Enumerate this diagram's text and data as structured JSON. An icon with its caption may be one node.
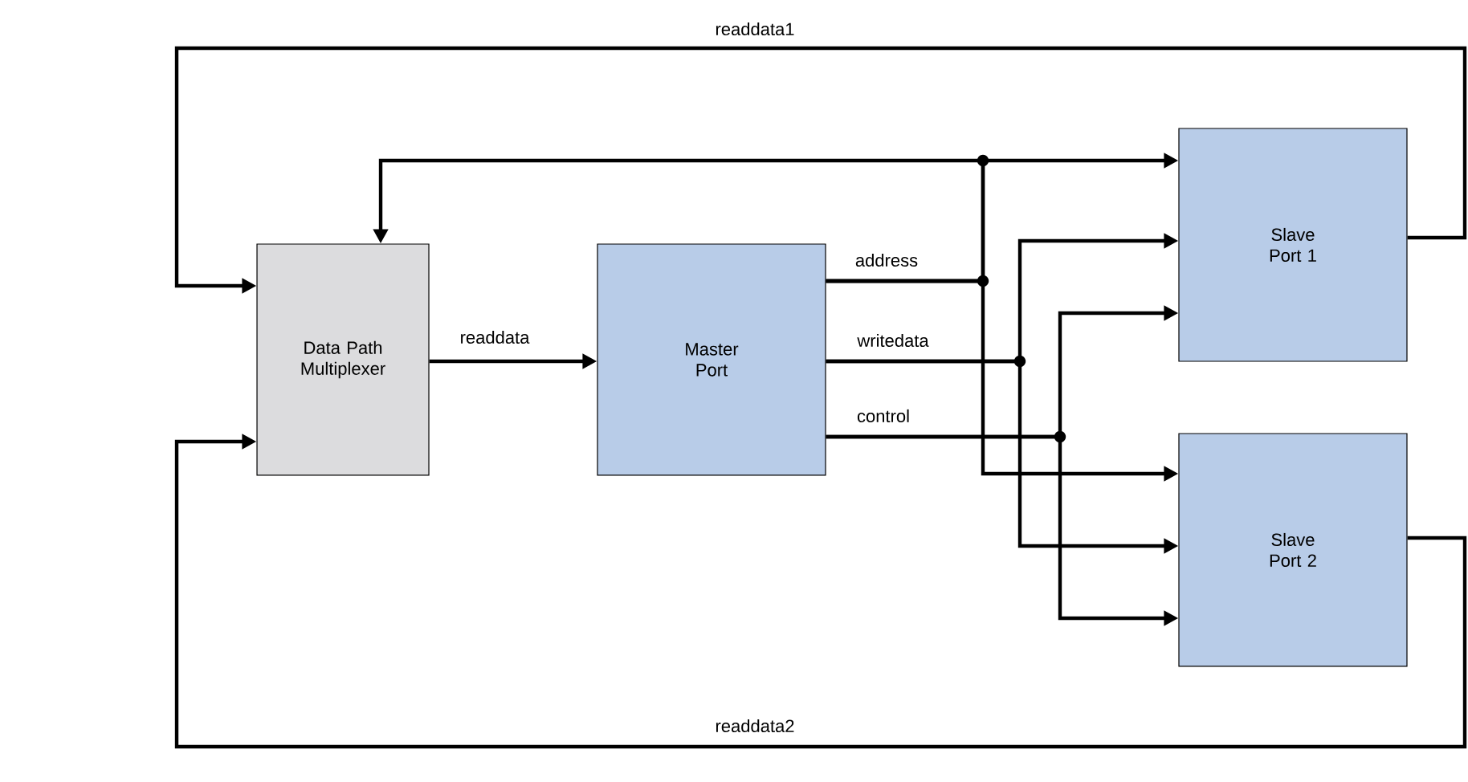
{
  "diagram": {
    "nodes": [
      {
        "text": [
          "Data Path Multiplexer"
        ]
      },
      {
        "text": [
          "Master Port"
        ]
      },
      {
        "text": [
          "Slave Port 1"
        ]
      },
      {
        "text": [
          "Slave Port 2"
        ]
      }
    ],
    "edges": [
      {
        "from": 2,
        "to": 0,
        "arrow": "to",
        "label": "readdata1"
      },
      {
        "from": 3,
        "to": 0,
        "arrow": "to",
        "label": "readdata2"
      },
      {
        "from": 0,
        "to": 1,
        "arrow": "to",
        "label": "readdata"
      },
      {
        "from": 1,
        "to": 2,
        "arrow": "to",
        "label": "address"
      },
      {
        "from": 1,
        "to": 0,
        "arrow": "to"
      },
      {
        "from": 1,
        "to": 3,
        "arrow": "to"
      },
      {
        "from": 1,
        "to": 2,
        "arrow": "to",
        "label": "writedata"
      },
      {
        "from": 1,
        "to": 3,
        "arrow": "to"
      },
      {
        "from": 1,
        "to": 2,
        "arrow": "to",
        "label": "control"
      },
      {
        "from": 1,
        "to": 3,
        "arrow": "to"
      }
    ]
  }
}
